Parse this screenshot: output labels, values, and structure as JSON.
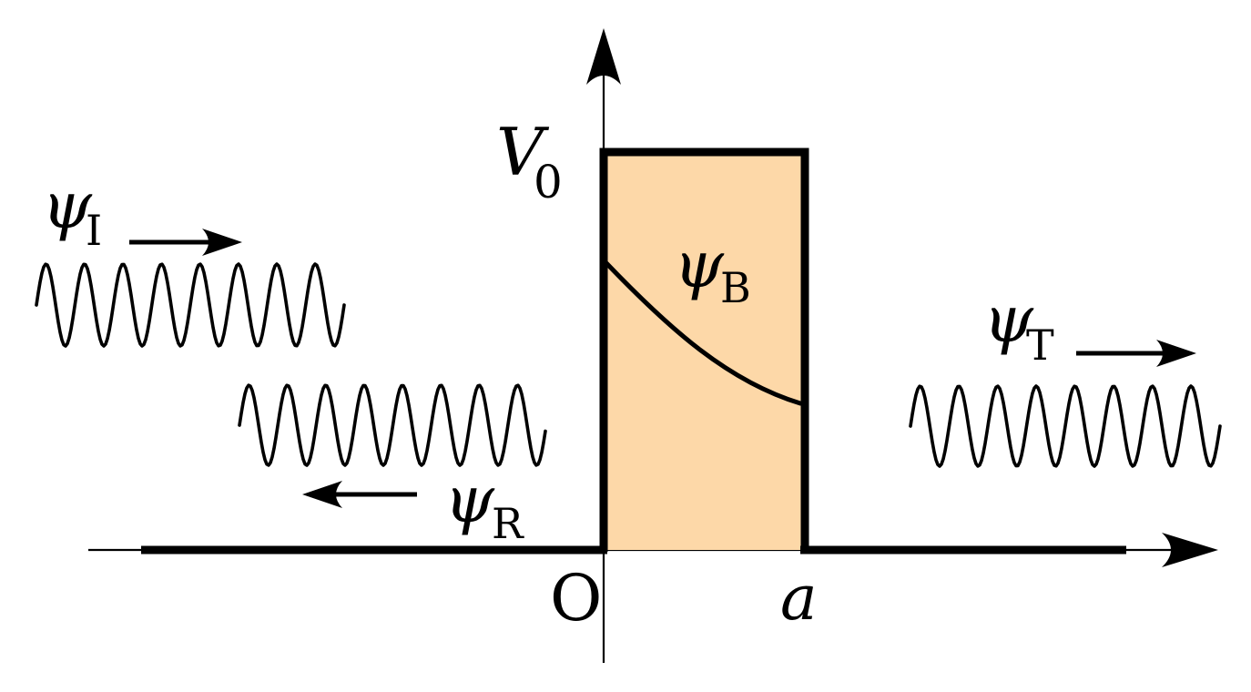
{
  "figure": {
    "labels": {
      "incident": {
        "main": "ψ",
        "sub": "I"
      },
      "reflected": {
        "main": "ψ",
        "sub": "R"
      },
      "transmitted": {
        "main": "ψ",
        "sub": "T"
      },
      "barrier": {
        "main": "ψ",
        "sub": "B"
      },
      "potential_height": {
        "main": "V",
        "sub": "0"
      },
      "origin": "O",
      "barrier_width": "a"
    },
    "colors": {
      "barrier_fill": "#FDD8A8",
      "stroke": "#000000",
      "background": "#FFFFFF"
    }
  }
}
